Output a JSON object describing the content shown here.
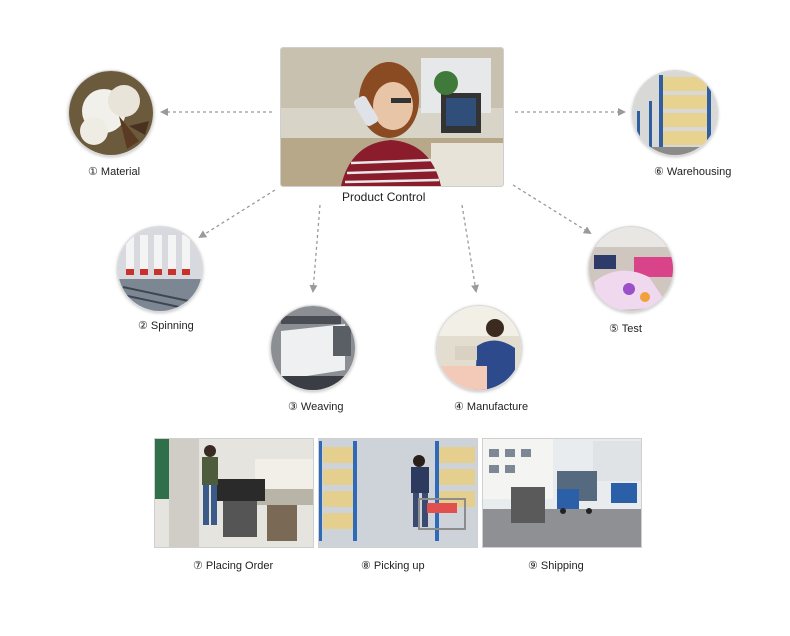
{
  "center": {
    "label": "Product Control"
  },
  "steps": [
    {
      "label": "① Material"
    },
    {
      "label": "② Spinning"
    },
    {
      "label": "③ Weaving"
    },
    {
      "label": "④ Manufacture"
    },
    {
      "label": "⑤ Test"
    },
    {
      "label": "⑥ Warehousing"
    },
    {
      "label": "⑦ Placing Order"
    },
    {
      "label": "⑧ Picking up"
    },
    {
      "label": "⑨ Shipping"
    }
  ],
  "colors": {
    "arrow": "#9a9a9a",
    "text": "#222222"
  }
}
